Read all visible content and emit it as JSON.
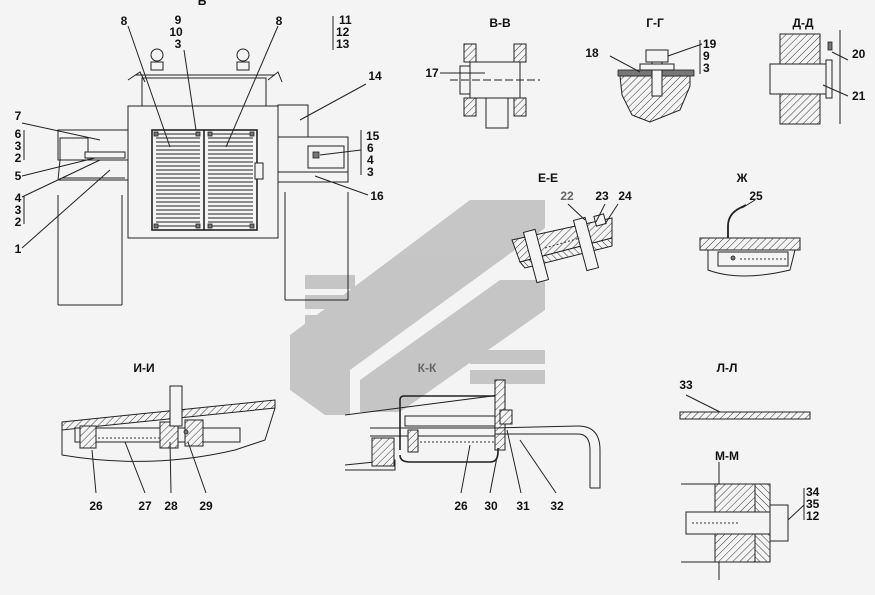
{
  "view_main_label": "Б",
  "sections": {
    "v_v": "В-В",
    "g_g": "Г-Г",
    "d_d": "Д-Д",
    "e_e": "Е-Е",
    "zh": "Ж",
    "i_i": "И-И",
    "k_k": "К-К",
    "l_l": "Л-Л",
    "m_m": "М-М"
  },
  "callouts": {
    "c8a": "8",
    "c9": "9",
    "c10": "10",
    "c3top": "3",
    "c8b": "8",
    "c11": "11",
    "c12": "12",
    "c13": "13",
    "c14": "14",
    "c7": "7",
    "c6l": "6",
    "c3l": "3",
    "c2l": "2",
    "c5": "5",
    "c4l": "4",
    "c3l2": "3",
    "c2l2": "2",
    "c1": "1",
    "c15": "15",
    "c6r": "6",
    "c4r": "4",
    "c3r": "3",
    "c16": "16",
    "c17": "17",
    "c18": "18",
    "c19": "19",
    "c9g": "9",
    "c3g": "3",
    "c20": "20",
    "c21": "21",
    "c22": "22",
    "c23": "23",
    "c24": "24",
    "c25": "25",
    "c26a": "26",
    "c27": "27",
    "c28": "28",
    "c29": "29",
    "c26b": "26",
    "c30": "30",
    "c31": "31",
    "c32": "32",
    "c33": "33",
    "c34": "34",
    "c35": "35",
    "c12m": "12"
  },
  "colors": {
    "background": "#f4f4f4",
    "line": "#222222",
    "watermark": "#b9b9b9"
  }
}
